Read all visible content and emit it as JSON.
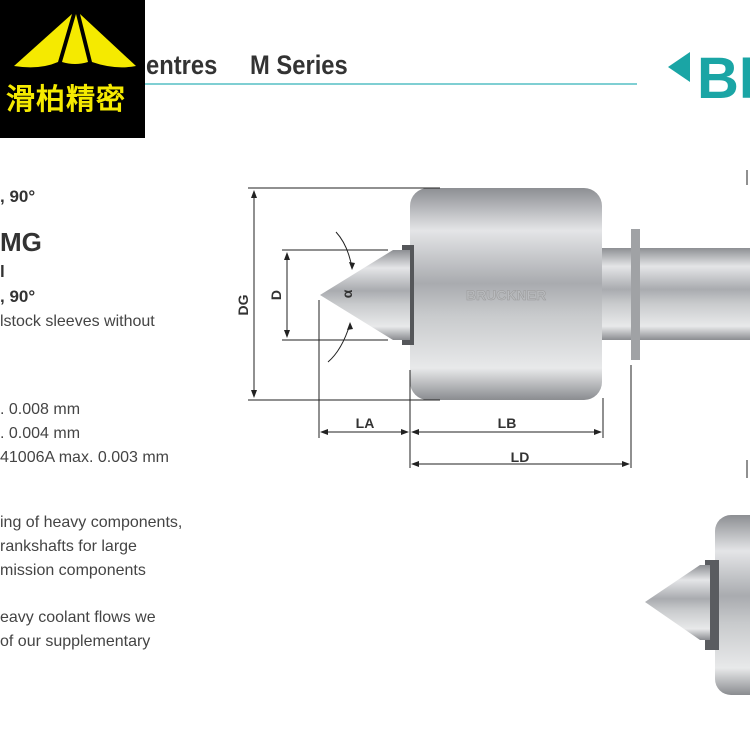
{
  "logo": {
    "brand_text": "滑柏精密",
    "brand_color": "#f5ea00"
  },
  "header": {
    "title_part": "entres",
    "series": "M Series",
    "brand_accent": "#1aa5a5",
    "brand_logo_text": "BR"
  },
  "left_text": {
    "line1": ", 90°",
    "model": "MG",
    "line3": "l",
    "line4": ", 90°",
    "line5": "lstock sleeves without",
    "accuracy": [
      ". 0.008 mm",
      ". 0.004 mm",
      "41006A max. 0.003 mm"
    ],
    "application": [
      "ing of heavy components,",
      "rankshafts for large",
      "mission components"
    ],
    "coolant": [
      "eavy coolant flows we",
      "of our supplementary"
    ]
  },
  "diagram": {
    "labels": {
      "dg": "DG",
      "d": "D",
      "alpha": "α",
      "la": "LA",
      "lb": "LB",
      "ld": "LD"
    },
    "engraving": "BRUCKNER"
  }
}
